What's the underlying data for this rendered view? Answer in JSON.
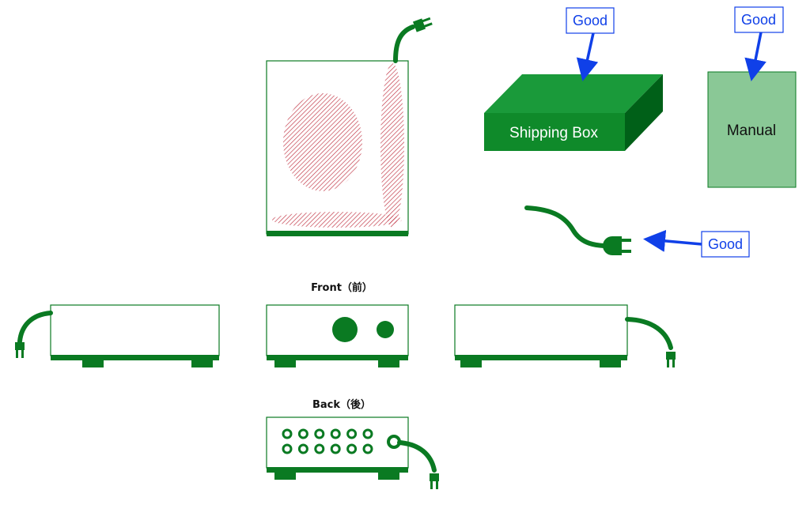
{
  "colors": {
    "green": "#0a7a22",
    "dark_green": "#006018",
    "box_top": "#1a9a3a",
    "box_front": "#0f8a2a",
    "manual": "#8ac896",
    "callout_blue": "#1040e8",
    "defect_red": "#c03040"
  },
  "callouts": {
    "box_good": "Good",
    "manual_good": "Good",
    "cable_good": "Good"
  },
  "items": {
    "shipping_box_label": "Shipping Box",
    "manual_label": "Manual"
  },
  "views": {
    "front_caption": "Front（前）",
    "back_caption": "Back（後）"
  },
  "icons": [
    "power-plug-icon"
  ]
}
